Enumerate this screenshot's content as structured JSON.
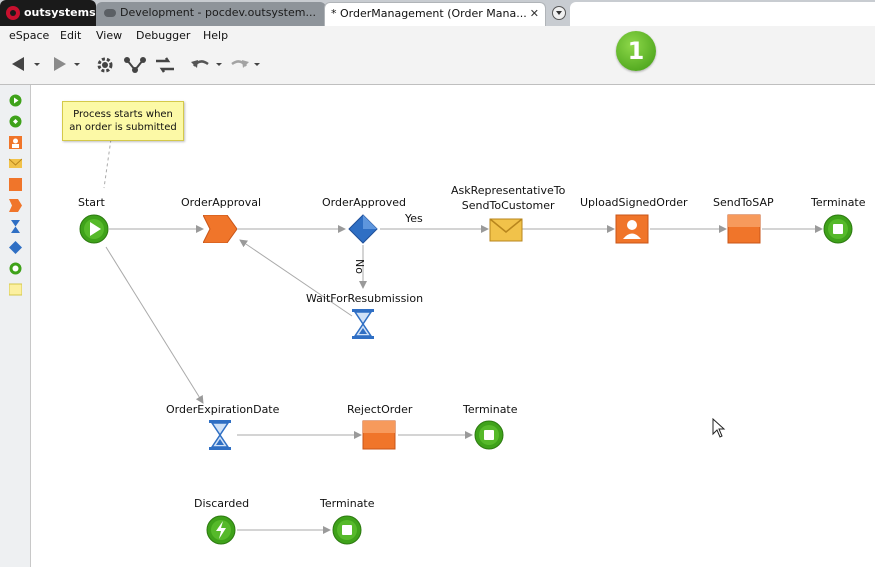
{
  "tabs": {
    "brand": "outsystems",
    "development": "Development - pocdev.outsystem...",
    "order": "* OrderManagement (Order Mana...",
    "close": "✕"
  },
  "menu": [
    "eSpace",
    "Edit",
    "View",
    "Debugger",
    "Help"
  ],
  "step_badge": "1",
  "note": {
    "line1": "Process starts when",
    "line2": "an order is submitted"
  },
  "nodes": {
    "start": "Start",
    "order_approval": "OrderApproval",
    "order_approved": "OrderApproved",
    "ask_rep_line1": "AskRepresentativeTo",
    "ask_rep_line2": "SendToCustomer",
    "upload_signed_order": "UploadSignedOrder",
    "send_to_sap": "SendToSAP",
    "terminate_1": "Terminate",
    "wait_for_resubmission": "WaitForResubmission",
    "order_expiration_date": "OrderExpirationDate",
    "reject_order": "RejectOrder",
    "terminate_2": "Terminate",
    "discarded": "Discarded",
    "terminate_3": "Terminate"
  },
  "edge_labels": {
    "yes": "Yes",
    "no": "No"
  },
  "colors": {
    "start_green": "#3fa21a",
    "activity_orange": "#f0752a",
    "decision_blue": "#2f6fc4",
    "email_yellow": "#f1c24a",
    "badge_green": "#4cae1c",
    "note_yellow": "#fcf9a6"
  }
}
